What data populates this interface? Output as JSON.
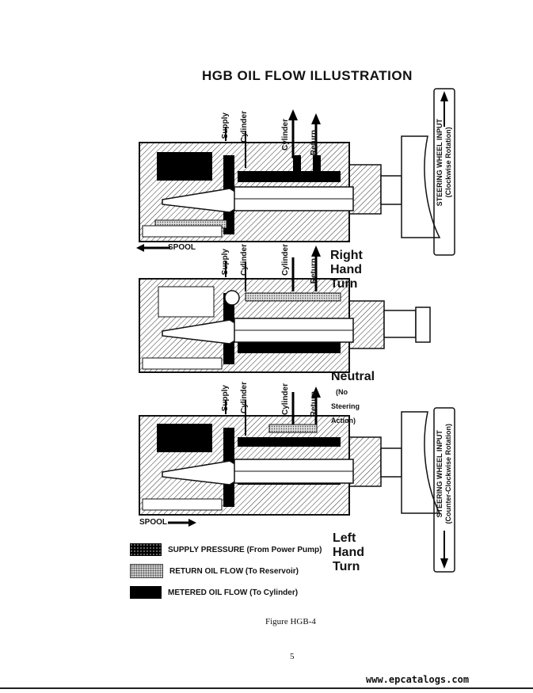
{
  "title": "HGB OIL FLOW ILLUSTRATION",
  "ports": {
    "supply": "Supply",
    "cylinder": "Cylinder",
    "return": "Return"
  },
  "sections": {
    "right": {
      "label": "Right Hand Turn",
      "wheel_input_line1": "STEERING WHEEL INPUT",
      "wheel_input_line2": "(Clockwise Rotation)",
      "spool_label": "SPOOL"
    },
    "neutral": {
      "label": "Neutral",
      "note": "(No Steering Action)"
    },
    "left": {
      "label": "Left Hand Turn",
      "wheel_input_line1": "STEERING WHEEL INPUT",
      "wheel_input_line2": "(Counter-Clockwise Rotation)",
      "spool_label": "SPOOL"
    }
  },
  "legend": [
    {
      "label": "SUPPLY PRESSURE (From Power Pump)",
      "pattern": "supply"
    },
    {
      "label": "RETURN OIL FLOW (To Reservoir)",
      "pattern": "return"
    },
    {
      "label": "METERED OIL FLOW (To Cylinder)",
      "pattern": "metered"
    }
  ],
  "caption": "Figure HGB-4",
  "page_number": "5",
  "footer": "www.epcatalogs.com",
  "colors": {
    "ink": "#111111",
    "hatch": "#333333"
  }
}
